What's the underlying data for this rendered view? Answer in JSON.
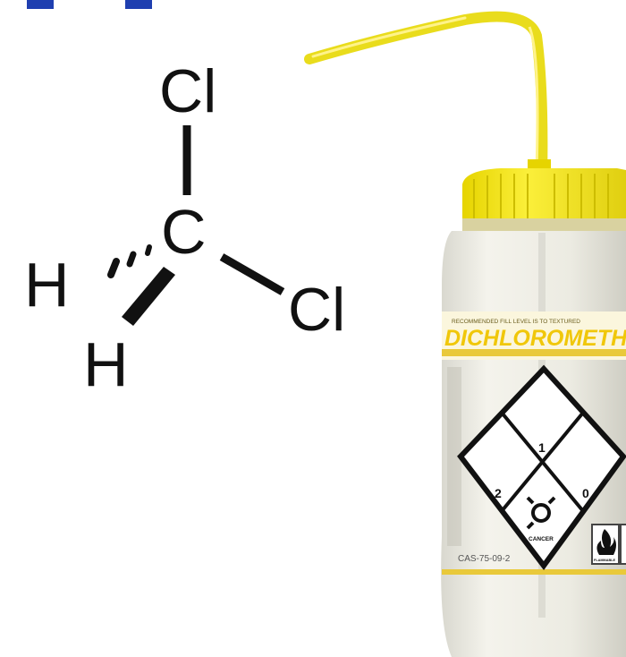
{
  "molecule": {
    "atoms": {
      "cl_top": "Cl",
      "carbon": "C",
      "cl_right": "Cl",
      "h_left": "H",
      "h_bottom": "H"
    }
  },
  "bottle": {
    "fill_note": "RECOMMENDED FILL LEVEL IS TO TEXTURED",
    "chemical_name": "DICHLOROMETHANE",
    "nfpa": {
      "health": "2",
      "flammability": "1",
      "reactivity": "0",
      "special_label": "CANCER"
    },
    "cas_number": "CAS-75-09-2",
    "flammable_label": "FLAMMABLE"
  },
  "colors": {
    "accent_blue": "#1f3fb0",
    "cap_yellow": "#f2e21a",
    "label_yellow": "#e9c93a",
    "bottle_body": "#ecebe2"
  }
}
